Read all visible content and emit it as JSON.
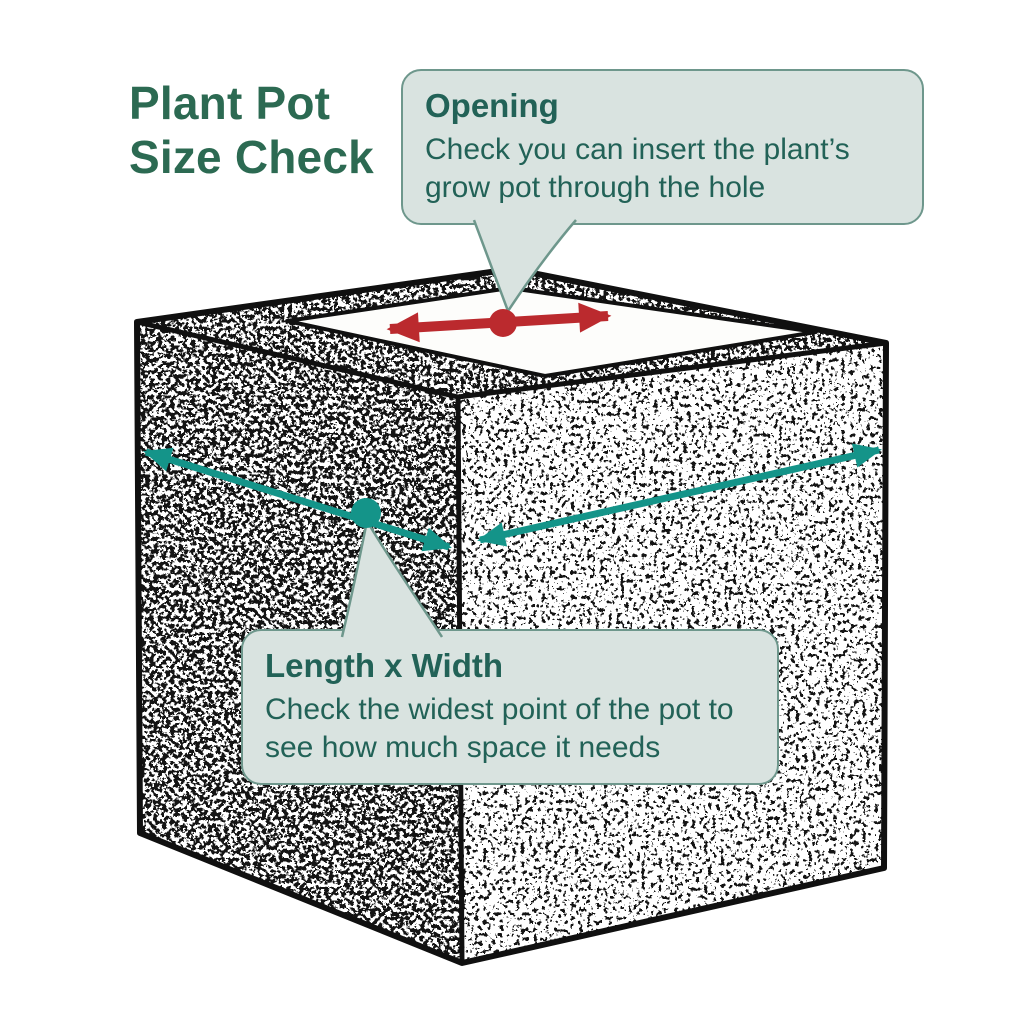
{
  "title": {
    "line1": "Plant Pot",
    "line2": "Size Check"
  },
  "callouts": {
    "opening": {
      "heading": "Opening",
      "body": "Check you can insert the plant’s grow pot through the hole"
    },
    "dimensions": {
      "heading": "Length x Width",
      "body": "Check the widest point of the pot to see how much space it needs"
    }
  },
  "icons": {
    "opening_arrow": "red-double-headed-width-arrow",
    "length_width_arrow": "teal-double-headed-measure-arrow",
    "opening_dot": "red-center-dot",
    "measure_dot": "teal-corner-dot"
  },
  "colors": {
    "title_text": "#2c6a52",
    "callout_text": "#226257",
    "callout_fill": "#d9e3e0",
    "callout_border": "#6e978c",
    "measure_teal": "#149489",
    "opening_red": "#bb2a2e",
    "line_ink": "#101010"
  }
}
